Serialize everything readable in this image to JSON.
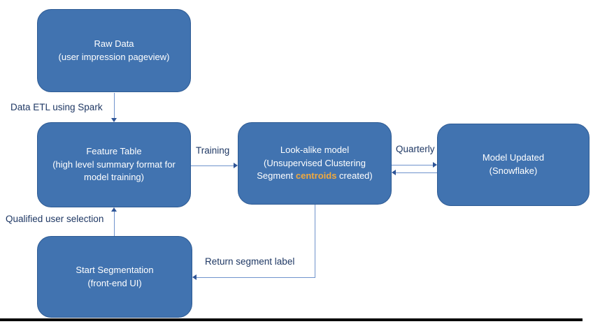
{
  "diagram": {
    "boxes": {
      "raw_data": {
        "title": "Raw Data",
        "subtitle": "(user impression pageview)"
      },
      "feature_table": {
        "title": "Feature Table",
        "subtitle": "(high level summary format for model training)"
      },
      "lookalike": {
        "title": "Look-alike model",
        "subtitle_prefix": "(Unsupervised Clustering Segment",
        "highlight": "centroids",
        "subtitle_suffix": "created)"
      },
      "model_updated": {
        "title": "Model Updated",
        "subtitle": "(Snowflake)"
      },
      "start_segmentation": {
        "title": "Start Segmentation",
        "subtitle": "(front-end UI)"
      }
    },
    "edges": {
      "etl": "Data ETL using Spark",
      "training": "Training",
      "quarterly": "Quarterly",
      "return_label": "Return segment label",
      "qualified": "Qualified user selection"
    },
    "colors": {
      "node_fill": "#4173b0",
      "node_border": "#2e5b94",
      "node_text": "#ffffff",
      "label_text": "#1f3864",
      "highlight_text": "#f0a93e",
      "connector": "#6f93cc",
      "arrowhead": "#2f5597",
      "bottom_bar": "#000000"
    }
  }
}
